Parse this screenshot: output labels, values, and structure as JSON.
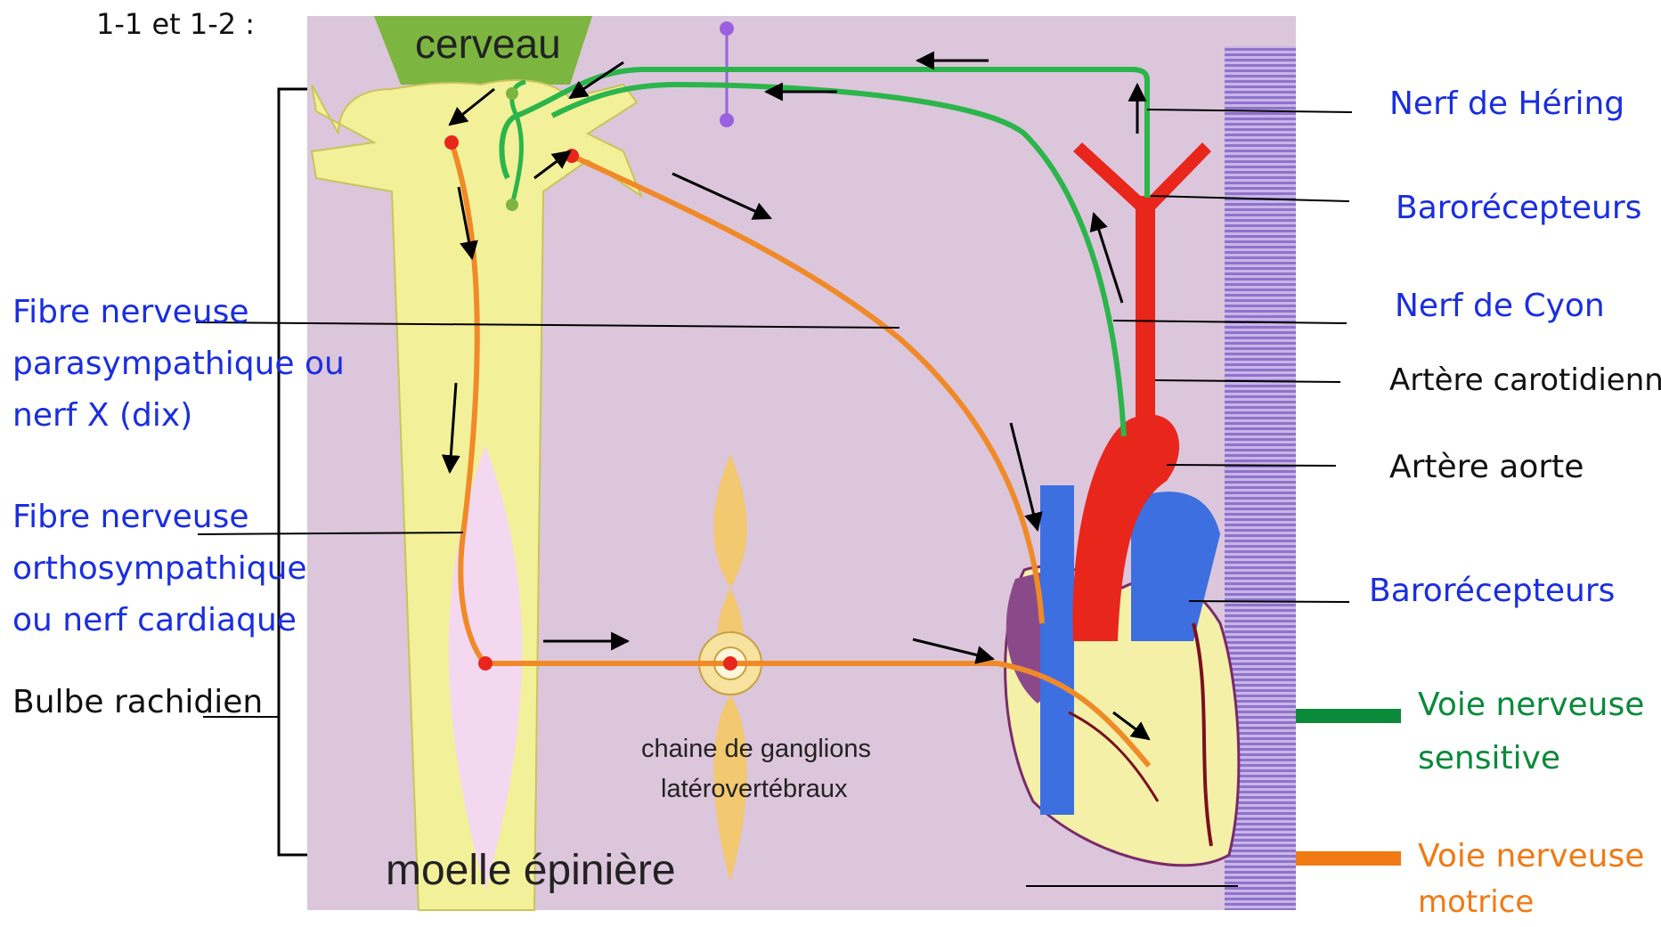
{
  "heading": "1-1 et 1-2 :",
  "diagram_labels": {
    "cerveau": "cerveau",
    "moelle": "moelle épinière",
    "ganglions_line1": "chaine de ganglions",
    "ganglions_line2": "latérovertébraux"
  },
  "left_labels": {
    "parasymp": [
      "Fibre nerveuse",
      "parasympathique ou",
      "nerf X (dix)"
    ],
    "orthosymp": [
      "Fibre nerveuse",
      "orthosympathique",
      "ou nerf cardiaque"
    ],
    "bulbe": "Bulbe rachidien"
  },
  "right_labels": {
    "nerf_hering": "Nerf de Héring",
    "barorecepteurs_1": "Barorécepteurs",
    "nerf_cyon": "Nerf de Cyon",
    "artere_carotidienne": "Artère carotidienne",
    "artere_aorte": "Artère aorte",
    "barorecepteurs_2": "Barorécepteurs"
  },
  "legend": [
    {
      "line1": "Voie  nerveuse",
      "line2": "sensitive",
      "color": "#0a8a3a"
    },
    {
      "line1": "Voie  nerveuse",
      "line2": "motrice",
      "color": "#f07a14"
    }
  ],
  "colors": {
    "background_panel": "#dcc6dc",
    "spinal_cord": "#f3f09a",
    "sensory_path": "#2bb54a",
    "motor_path": "#f08a28",
    "artery": "#e8261c",
    "vein": "#3d6fe0"
  }
}
